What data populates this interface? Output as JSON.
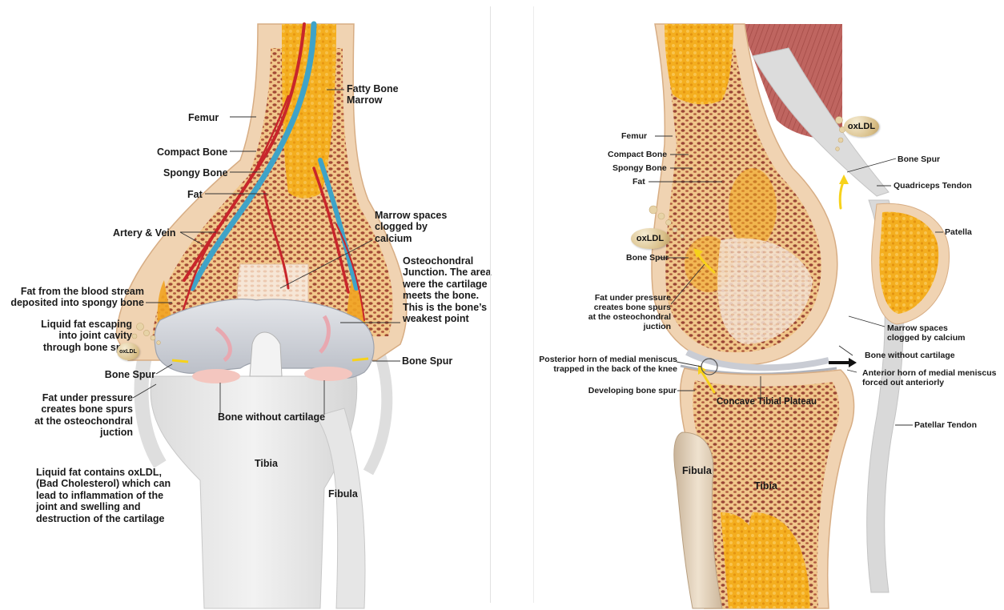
{
  "left": {
    "labels": {
      "femur": "Femur",
      "compact_bone": "Compact Bone",
      "spongy_bone": "Spongy Bone",
      "fat": "Fat",
      "artery_vein": "Artery & Vein",
      "fat_blood_1": "Fat from the blood stream",
      "fat_blood_2": "deposited into spongy bone",
      "liquid_escape_1": "Liquid fat escaping",
      "liquid_escape_2": "into joint cavity",
      "liquid_escape_3": "through bone spur",
      "bone_spur_left": "Bone Spur",
      "fat_pressure_1": "Fat under pressure",
      "fat_pressure_2": "creates bone spurs",
      "fat_pressure_3": "at the osteochondral",
      "fat_pressure_4": "juction",
      "fatty_marrow_1": "Fatty Bone",
      "fatty_marrow_2": "Marrow",
      "marrow_clog_1": "Marrow spaces",
      "marrow_clog_2": "clogged by",
      "marrow_clog_3": "calcium",
      "osteo_1": "Osteochondral",
      "osteo_2": "Junction. The area",
      "osteo_3": "were the cartilage",
      "osteo_4": "meets the bone.",
      "osteo_5": "This is the bone’s",
      "osteo_6": "weakest point",
      "bone_spur_right": "Bone Spur",
      "bone_without_cartilage": "Bone without cartilage",
      "tibia": "Tibia",
      "fibula": "Fibula",
      "oxldl_small": "oxLDL",
      "note_1": "Liquid fat contains oxLDL,",
      "note_2": "(Bad Cholesterol) which can",
      "note_3": "lead to inflammation of the",
      "note_4": "joint and swelling and",
      "note_5": "destruction of the cartilage"
    }
  },
  "right": {
    "labels": {
      "femur": "Femur",
      "compact_bone": "Compact Bone",
      "spongy_bone": "Spongy Bone",
      "fat": "Fat",
      "oxldl_left": "oxLDL",
      "oxldl_top": "oxLDL",
      "bone_spur_left": "Bone Spur",
      "bone_spur_top": "Bone Spur",
      "quadriceps": "Quadriceps Tendon",
      "patella": "Patella",
      "fat_pressure_1": "Fat under pressure",
      "fat_pressure_2": "creates bone spurs",
      "fat_pressure_3": "at the osteochondral",
      "fat_pressure_4": "juction",
      "marrow_1": "Marrow spaces",
      "marrow_2": "clogged by calcium",
      "bone_without_cartilage": "Bone without cartilage",
      "posterior_1": "Posterior horn of medial meniscus",
      "posterior_2": "trapped in the back of the knee",
      "anterior_1": "Anterior horn of medial meniscus",
      "anterior_2": "forced out anteriorly",
      "developing_spur": "Developing bone spur",
      "concave_plateau": "Concave Tibial Plateau",
      "patellar_tendon": "Patellar Tendon",
      "fibula": "Fibula",
      "tibia": "Tibia"
    }
  },
  "colors": {
    "bone_outer": "#f0d3b2",
    "marrow_yellow": "#f3a81c",
    "spongy_red": "#9a4636",
    "artery": "#c8262b",
    "vein": "#3fa3c8",
    "cartilage": "#c9ccd4",
    "tendon": "#d9d9d9",
    "muscle": "#b85a55",
    "arrow_yellow": "#f7d21b"
  }
}
